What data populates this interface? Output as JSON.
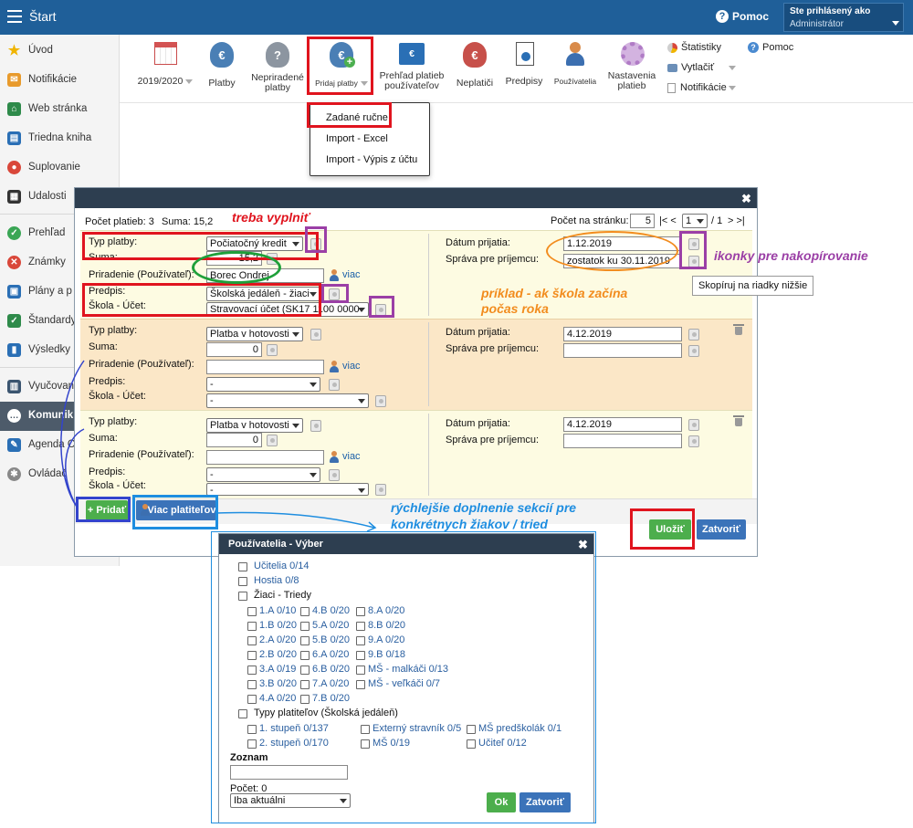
{
  "topbar": {
    "title": "Štart",
    "help": "Pomoc",
    "user_label": "Ste prihlásený ako",
    "user_role": "Administrátor"
  },
  "sidebar": {
    "items": [
      "Úvod",
      "Notifikácie",
      "Web stránka",
      "Triedna kniha",
      "Suplovanie",
      "Udalosti",
      "Prehľad",
      "Známky",
      "Plány a p",
      "Štandardy",
      "Výsledky",
      "Vyučovan",
      "Komunik",
      "Agenda C",
      "Ovládač"
    ]
  },
  "toolbar": {
    "year": "2019/2020",
    "platby": "Platby",
    "nepriradene": [
      "Nepriradené",
      "platby"
    ],
    "pridaj": "Pridaj platby",
    "prehlad": [
      "Prehľad platieb",
      "používateľov"
    ],
    "neplatici": "Neplatiči",
    "predpisy": "Predpisy",
    "pouzivatelia": "Používatelia",
    "nastavenia": [
      "Nastavenia",
      "platieb"
    ],
    "statistiky": "Štatistiky",
    "vytlacit": "Vytlačiť",
    "notifikacie": "Notifikácie",
    "pomoc": "Pomoc"
  },
  "dropdown": {
    "items": [
      "Zadané ručne",
      "Import - Excel",
      "Import - Výpis z účtu"
    ]
  },
  "modal": {
    "count_label": "Počet platieb: 3",
    "sum_label": "Suma: 15,2",
    "per_page_label": "Počet na stránku:",
    "per_page": "5",
    "pager_prev": "|< <",
    "page": "1",
    "pages": "/ 1",
    "pager_next": "> >|",
    "labels": {
      "typ": "Typ platby:",
      "suma": "Suma:",
      "priradenie": "Priradenie (Používateľ):",
      "predpis": "Predpis:",
      "skola": "Škola - Účet:",
      "datum": "Dátum prijatia:",
      "sprava": "Správa pre príjemcu:",
      "viac": "viac"
    },
    "rows": [
      {
        "typ": "Počiatočný kredit",
        "suma": "15,2",
        "user": "Borec Ondrej",
        "predpis": "Školská jedáleň - žiaci",
        "skola": "Stravovací účet (SK17 1100 0000",
        "datum": "1.12.2019",
        "sprava": "zostatok ku 30.11.2019"
      },
      {
        "typ": "Platba v hotovosti",
        "suma": "0",
        "user": "",
        "predpis": "-",
        "skola": "-",
        "datum": "4.12.2019",
        "sprava": ""
      },
      {
        "typ": "Platba v hotovosti",
        "suma": "0",
        "user": "",
        "predpis": "-",
        "skola": "-",
        "datum": "4.12.2019",
        "sprava": ""
      }
    ],
    "add_btn": "+ Pridať",
    "more_btn": "Viac platiteľov",
    "save_btn": "Uložiť",
    "close_btn": "Zatvoriť"
  },
  "annotations": {
    "treba": "treba vyplniť",
    "ikonky": "ikonky pre nakopírovanie",
    "tooltip": "Skopíruj na riadky nižšie",
    "priklad": [
      "príklad - ak škola začína",
      "počas roka"
    ],
    "rychlejsie": [
      "rýchlejšie doplnenie sekcií pre",
      "konkrétnych žiakov / tried"
    ]
  },
  "dialog": {
    "title": "Používatelia - Výber",
    "ucitelia": "Učitelia 0/14",
    "hostia": "Hostia 0/8",
    "ziaci": "Žiaci - Triedy",
    "classes": [
      [
        "1.A 0/10",
        "4.B 0/20",
        "8.A 0/20"
      ],
      [
        "1.B 0/20",
        "5.A 0/20",
        "8.B 0/20"
      ],
      [
        "2.A 0/20",
        "5.B 0/20",
        "9.A 0/20"
      ],
      [
        "2.B 0/20",
        "6.A 0/20",
        "9.B 0/18"
      ],
      [
        "3.A 0/19",
        "6.B 0/20",
        "MŠ - malkáči 0/13"
      ],
      [
        "3.B 0/20",
        "7.A 0/20",
        "MŠ - veľkáči 0/7"
      ],
      [
        "4.A 0/20",
        "7.B 0/20",
        ""
      ]
    ],
    "typy": "Typy platiteľov (Školská jedáleň)",
    "payers": [
      [
        "1. stupeň 0/137",
        "Externý stravník 0/5",
        "MŠ predškolák 0/1"
      ],
      [
        "2. stupeň 0/170",
        "MŠ 0/19",
        "Učiteľ 0/12"
      ]
    ],
    "zoznam_label": "Zoznam",
    "pocet_label": "Počet: 0",
    "filter": "Iba aktuálni",
    "ok": "Ok",
    "close": "Zatvoriť"
  },
  "colors": {
    "topbar": "#1f5f99",
    "header_dark": "#2d3e50",
    "green_btn": "#4cae4c",
    "blue_btn": "#3b73b9",
    "red_ann": "#e0141e",
    "purple_ann": "#9b3fa6",
    "orange_ann": "#f28c1e",
    "green_ann": "#1fa03a",
    "blue_ann": "#1f8ee0",
    "navy_ann": "#3344cc"
  }
}
